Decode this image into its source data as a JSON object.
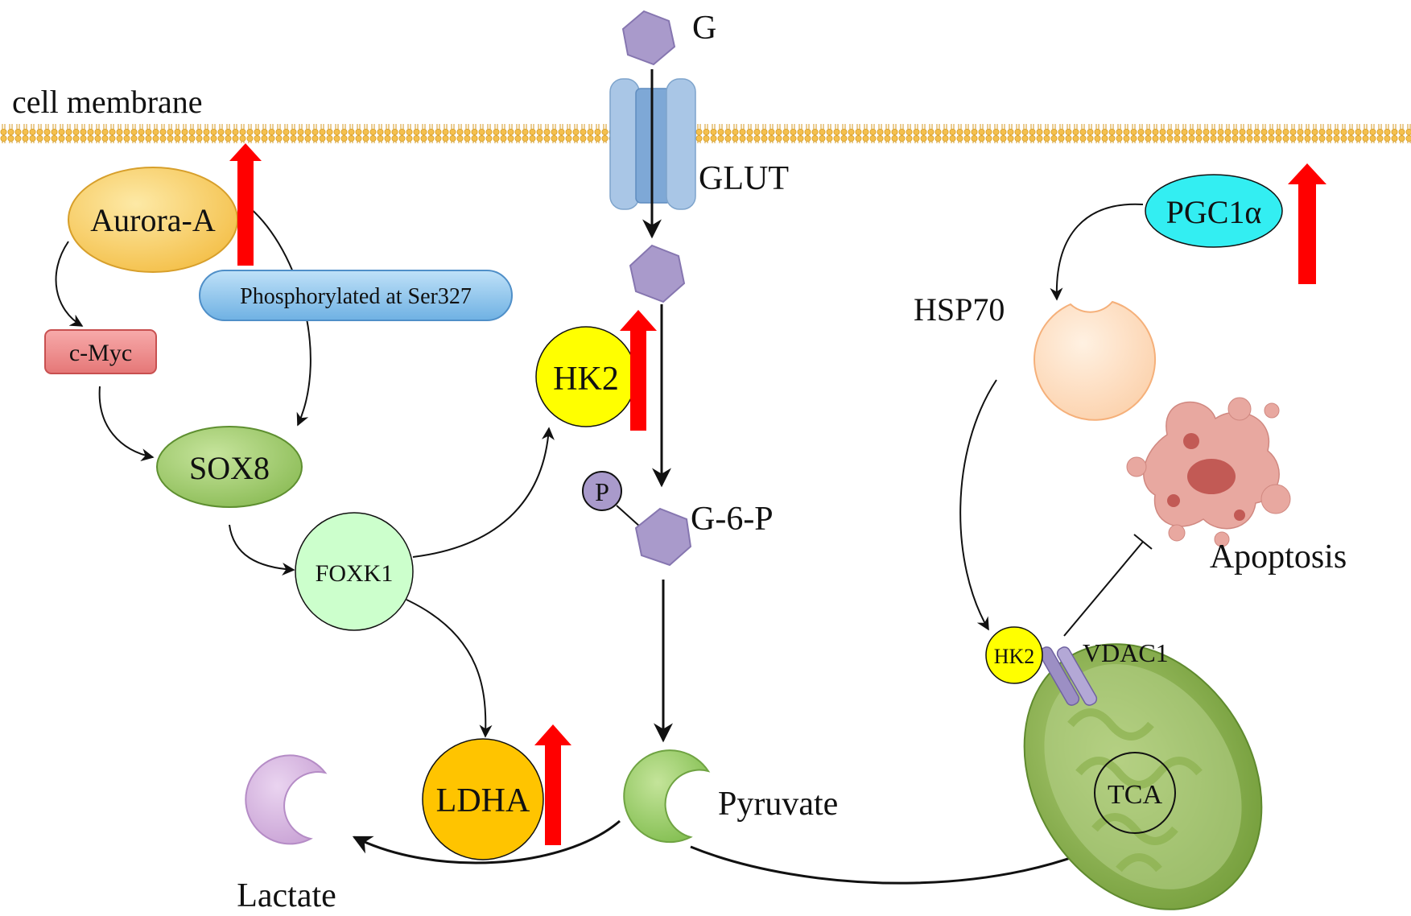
{
  "membrane": {
    "label": "cell membrane"
  },
  "glucose": {
    "label": "G"
  },
  "transporter": {
    "label": "GLUT"
  },
  "g6p": {
    "label": "G-6-P",
    "phosphate_label": "P"
  },
  "pyruvate": {
    "label": "Pyruvate"
  },
  "lactate": {
    "label": "Lactate"
  },
  "nodes": {
    "aurora_a": "Aurora-A",
    "phospho": "Phosphorylated at Ser327",
    "c_myc": "c-Myc",
    "sox8": "SOX8",
    "foxk1": "FOXK1",
    "hk2_top": "HK2",
    "ldha": "LDHA",
    "pgc1a": "PGC1α",
    "hsp70": "HSP70",
    "hk2_mito": "HK2",
    "vdac1": "VDAC1",
    "tca": "TCA",
    "apoptosis": "Apoptosis"
  },
  "colors": {
    "upregulation_arrow": "#ff0000",
    "aurora_a": "#fbd466",
    "phospho": "#8cc4ec",
    "c_myc": "#ee8a8a",
    "sox8": "#9dc86a",
    "foxk1": "#ccffcc",
    "hk2": "#ffff00",
    "ldha": "#ffc400",
    "pgc1a": "#33eef2",
    "hsp70": "#fde2c6",
    "hexagon": "#a99acb",
    "lactate": "#d8b8e0",
    "pyruvate": "#9ccd6a",
    "mitochondrion": "#8cb04e",
    "apoptotic_cell": "#e8a8a0"
  }
}
